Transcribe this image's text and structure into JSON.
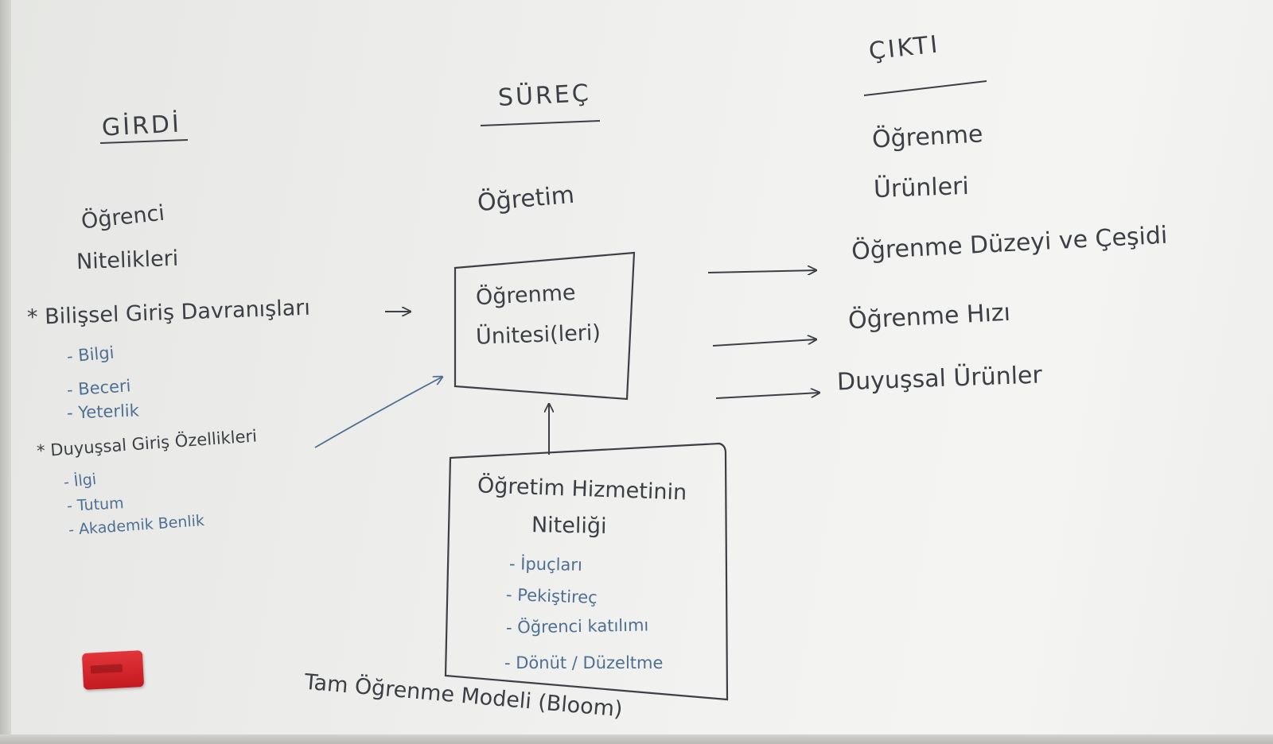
{
  "headers": {
    "girdi": "GİRDİ",
    "surec": "SÜREÇ",
    "cikti": "ÇIKTI"
  },
  "girdi": {
    "title_line1": "Öğrenci",
    "title_line2": "Nitelikleri",
    "bilissel": "* Bilişsel Giriş Davranışları",
    "bilissel_items": [
      "- Bilgi",
      "- Beceri",
      "- Yeterlik"
    ],
    "duyussal": "* Duyuşsal Giriş Özellikleri",
    "duyussal_items": [
      "- İlgi",
      "- Tutum",
      "- Akademik Benlik"
    ]
  },
  "surec": {
    "ogretim": "Öğretim",
    "unit_box_line1": "Öğrenme",
    "unit_box_line2": "Ünitesi(leri)",
    "service_box_line1": "Öğretim Hizmetinin",
    "service_box_line2": "Niteliği",
    "service_items": [
      "- İpuçları",
      "- Pekiştireç",
      "- Öğrenci katılımı",
      "- Dönüt / Düzeltme"
    ]
  },
  "cikti": {
    "title_line1": "Öğrenme",
    "title_line2": "Ürünleri",
    "outcomes": [
      "Öğrenme Düzeyi ve Çeşidi",
      "Öğrenme Hızı",
      "Duyuşsal Ürünler"
    ]
  },
  "caption": "Tam Öğrenme Modeli (Bloom)",
  "colors": {
    "marker_black": "#3c3f45",
    "marker_blue": "#4f6f93",
    "board": "#efefed",
    "eraser": "#d4252b"
  }
}
